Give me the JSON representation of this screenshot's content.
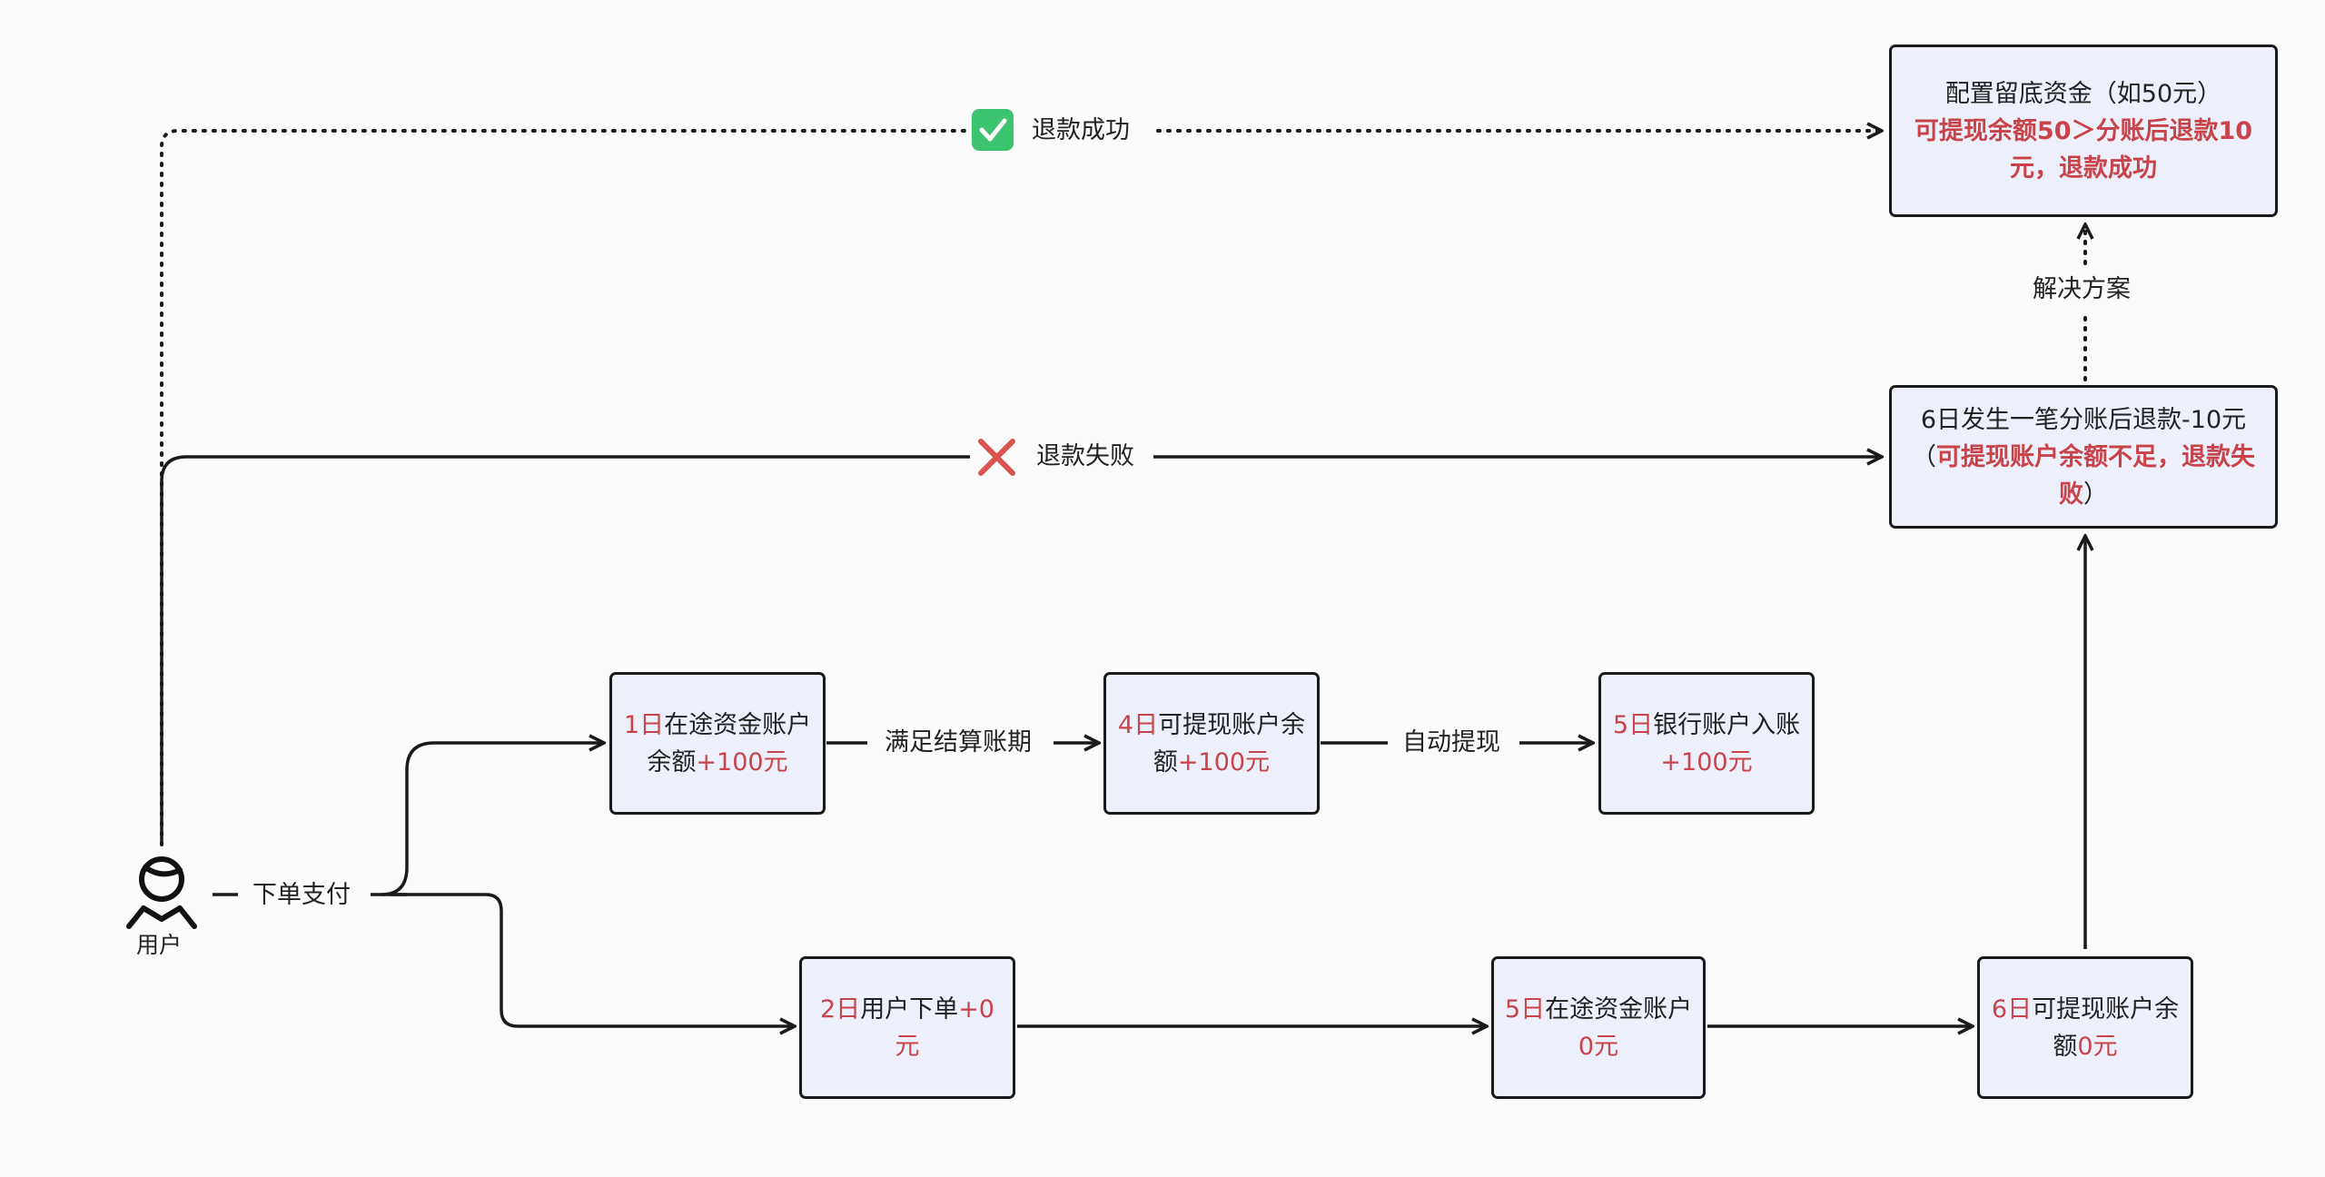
{
  "user": {
    "label": "用户"
  },
  "edges": {
    "pay": "下单支付",
    "settle": "满足结算账期",
    "withdraw": "自动提现",
    "refund_success": "退款成功",
    "refund_fail": "退款失败",
    "solution": "解决方案"
  },
  "nodes": {
    "day1": {
      "day": "1日",
      "text": "在途资金账户余额",
      "amount": "+100元"
    },
    "day4": {
      "day": "4日",
      "text": "可提现账户余额",
      "amount": "+100元"
    },
    "day5bank": {
      "day": "5日",
      "text": "银行账户入账",
      "amount": "+100元"
    },
    "day2": {
      "day": "2日",
      "text": "用户下单",
      "amount": "+0元"
    },
    "day5transit": {
      "day": "5日",
      "text": "在途资金账户",
      "amount": "0元"
    },
    "day6": {
      "day": "6日",
      "text": "可提现账户余额",
      "amount": "0元"
    },
    "refund_fail": {
      "line1": "6日发生一笔分账后退款-10元",
      "open": "（",
      "reason": "可提现账户余额不足，退款失败",
      "close": "）"
    },
    "reserve": {
      "line1": "配置留底资金（如50元）",
      "result": "可提现余额50＞分账后退款10元，退款成功"
    }
  },
  "colors": {
    "accent_red": "#c9434a",
    "node_fill": "#edf0fb",
    "node_border": "#1a1a1a",
    "check_green": "#3cc46f",
    "cross_red": "#d9534f"
  },
  "icons": {
    "user": "person-icon",
    "success": "check-mark-icon",
    "fail": "cross-mark-icon"
  }
}
